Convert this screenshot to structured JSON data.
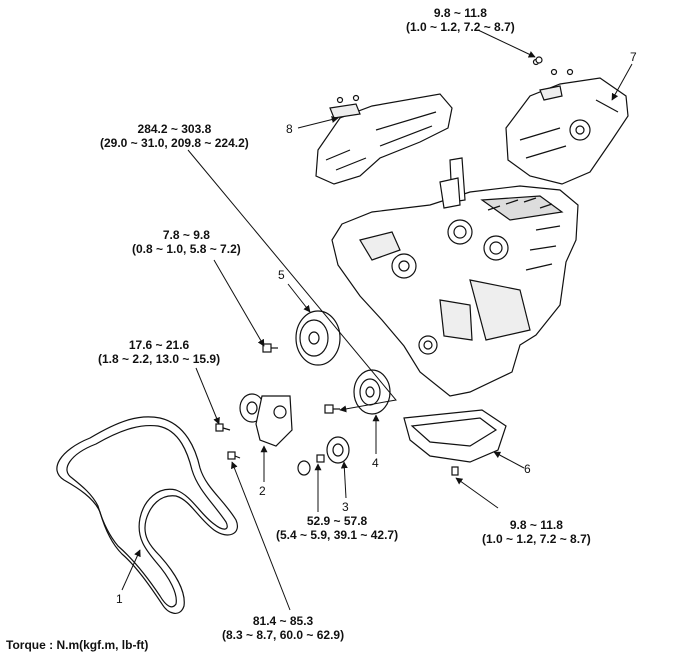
{
  "torques": {
    "t1": {
      "range": "9.8 ~ 11.8",
      "conv": "(1.0 ~ 1.2, 7.2 ~ 8.7)"
    },
    "t2": {
      "range": "284.2 ~ 303.8",
      "conv": "(29.0 ~ 31.0, 209.8 ~ 224.2)"
    },
    "t3": {
      "range": "7.8 ~ 9.8",
      "conv": "(0.8 ~ 1.0, 5.8 ~ 7.2)"
    },
    "t4": {
      "range": "17.6 ~ 21.6",
      "conv": "(1.8 ~ 2.2, 13.0 ~ 15.9)"
    },
    "t5": {
      "range": "52.9 ~ 57.8",
      "conv": "(5.4 ~ 5.9, 39.1 ~ 42.7)"
    },
    "t6": {
      "range": "9.8 ~ 11.8",
      "conv": "(1.0 ~ 1.2, 7.2 ~ 8.7)"
    },
    "t7": {
      "range": "81.4 ~ 85.3",
      "conv": "(8.3 ~ 8.7, 60.0 ~ 62.9)"
    }
  },
  "parts": {
    "p1": "1",
    "p2": "2",
    "p3": "3",
    "p4": "4",
    "p5": "5",
    "p6": "6",
    "p7": "7",
    "p8": "8"
  },
  "legend": "Torque : N.m(kgf.m, lb-ft)"
}
